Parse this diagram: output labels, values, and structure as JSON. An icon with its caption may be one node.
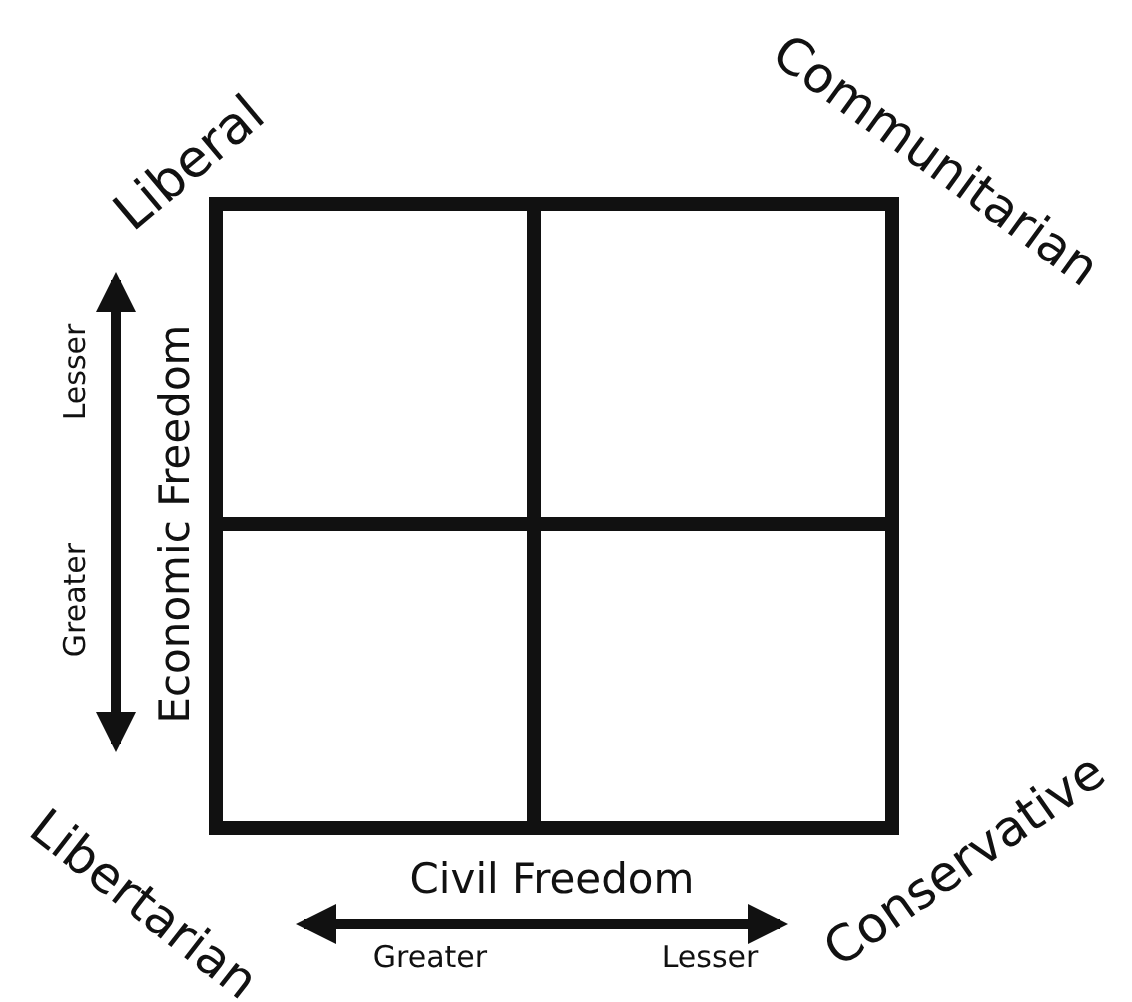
{
  "diagram": {
    "labels": [
      "Liberal",
      "Communitarian",
      "Lesser",
      "Economic Freedom",
      "Greater",
      "Libertarian",
      "Civil Freedom",
      "Conservative",
      "Greater",
      "Lesser"
    ]
  }
}
